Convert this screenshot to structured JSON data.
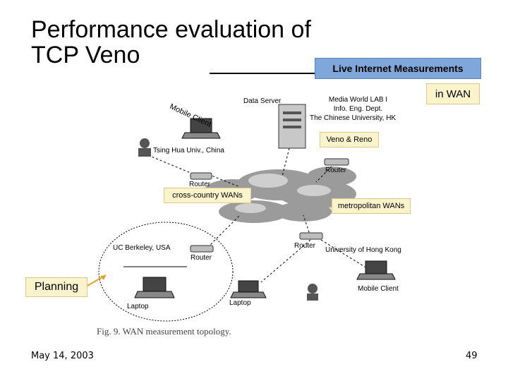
{
  "title": {
    "line1": "Performance evaluation of",
    "line2": "TCP Veno"
  },
  "callouts": {
    "live": "Live Internet Measurements",
    "wan": "in WAN",
    "veno_reno": "Veno & Reno",
    "cross_country": "cross-country WANs",
    "metropolitan": "metropolitan WANs",
    "planning": "Planning"
  },
  "figure": {
    "data_server": "Data Server",
    "media_lab": "Media World LAB I",
    "info_dept": "Info. Eng. Dept.",
    "cuhk": "The Chinese University, HK",
    "mobile_client_top": "Mobile Client",
    "tsinghua": "Tsing Hua Univ., China",
    "router_top": "Router",
    "router_right": "Router",
    "router_mid": "Router",
    "uc_berkeley": "UC Berkeley, USA",
    "router_ucb": "Router",
    "hku": "University of Hong Kong",
    "laptop_left": "Laptop",
    "laptop_mid": "Laptop",
    "mobile_client_right": "Mobile Client",
    "caption": "Fig. 9.    WAN measurement topology."
  },
  "footer": {
    "date": "May 14, 2003",
    "page": "49"
  },
  "colors": {
    "live_box": "#7fa7d9",
    "note_box": "#fbf3cc"
  }
}
